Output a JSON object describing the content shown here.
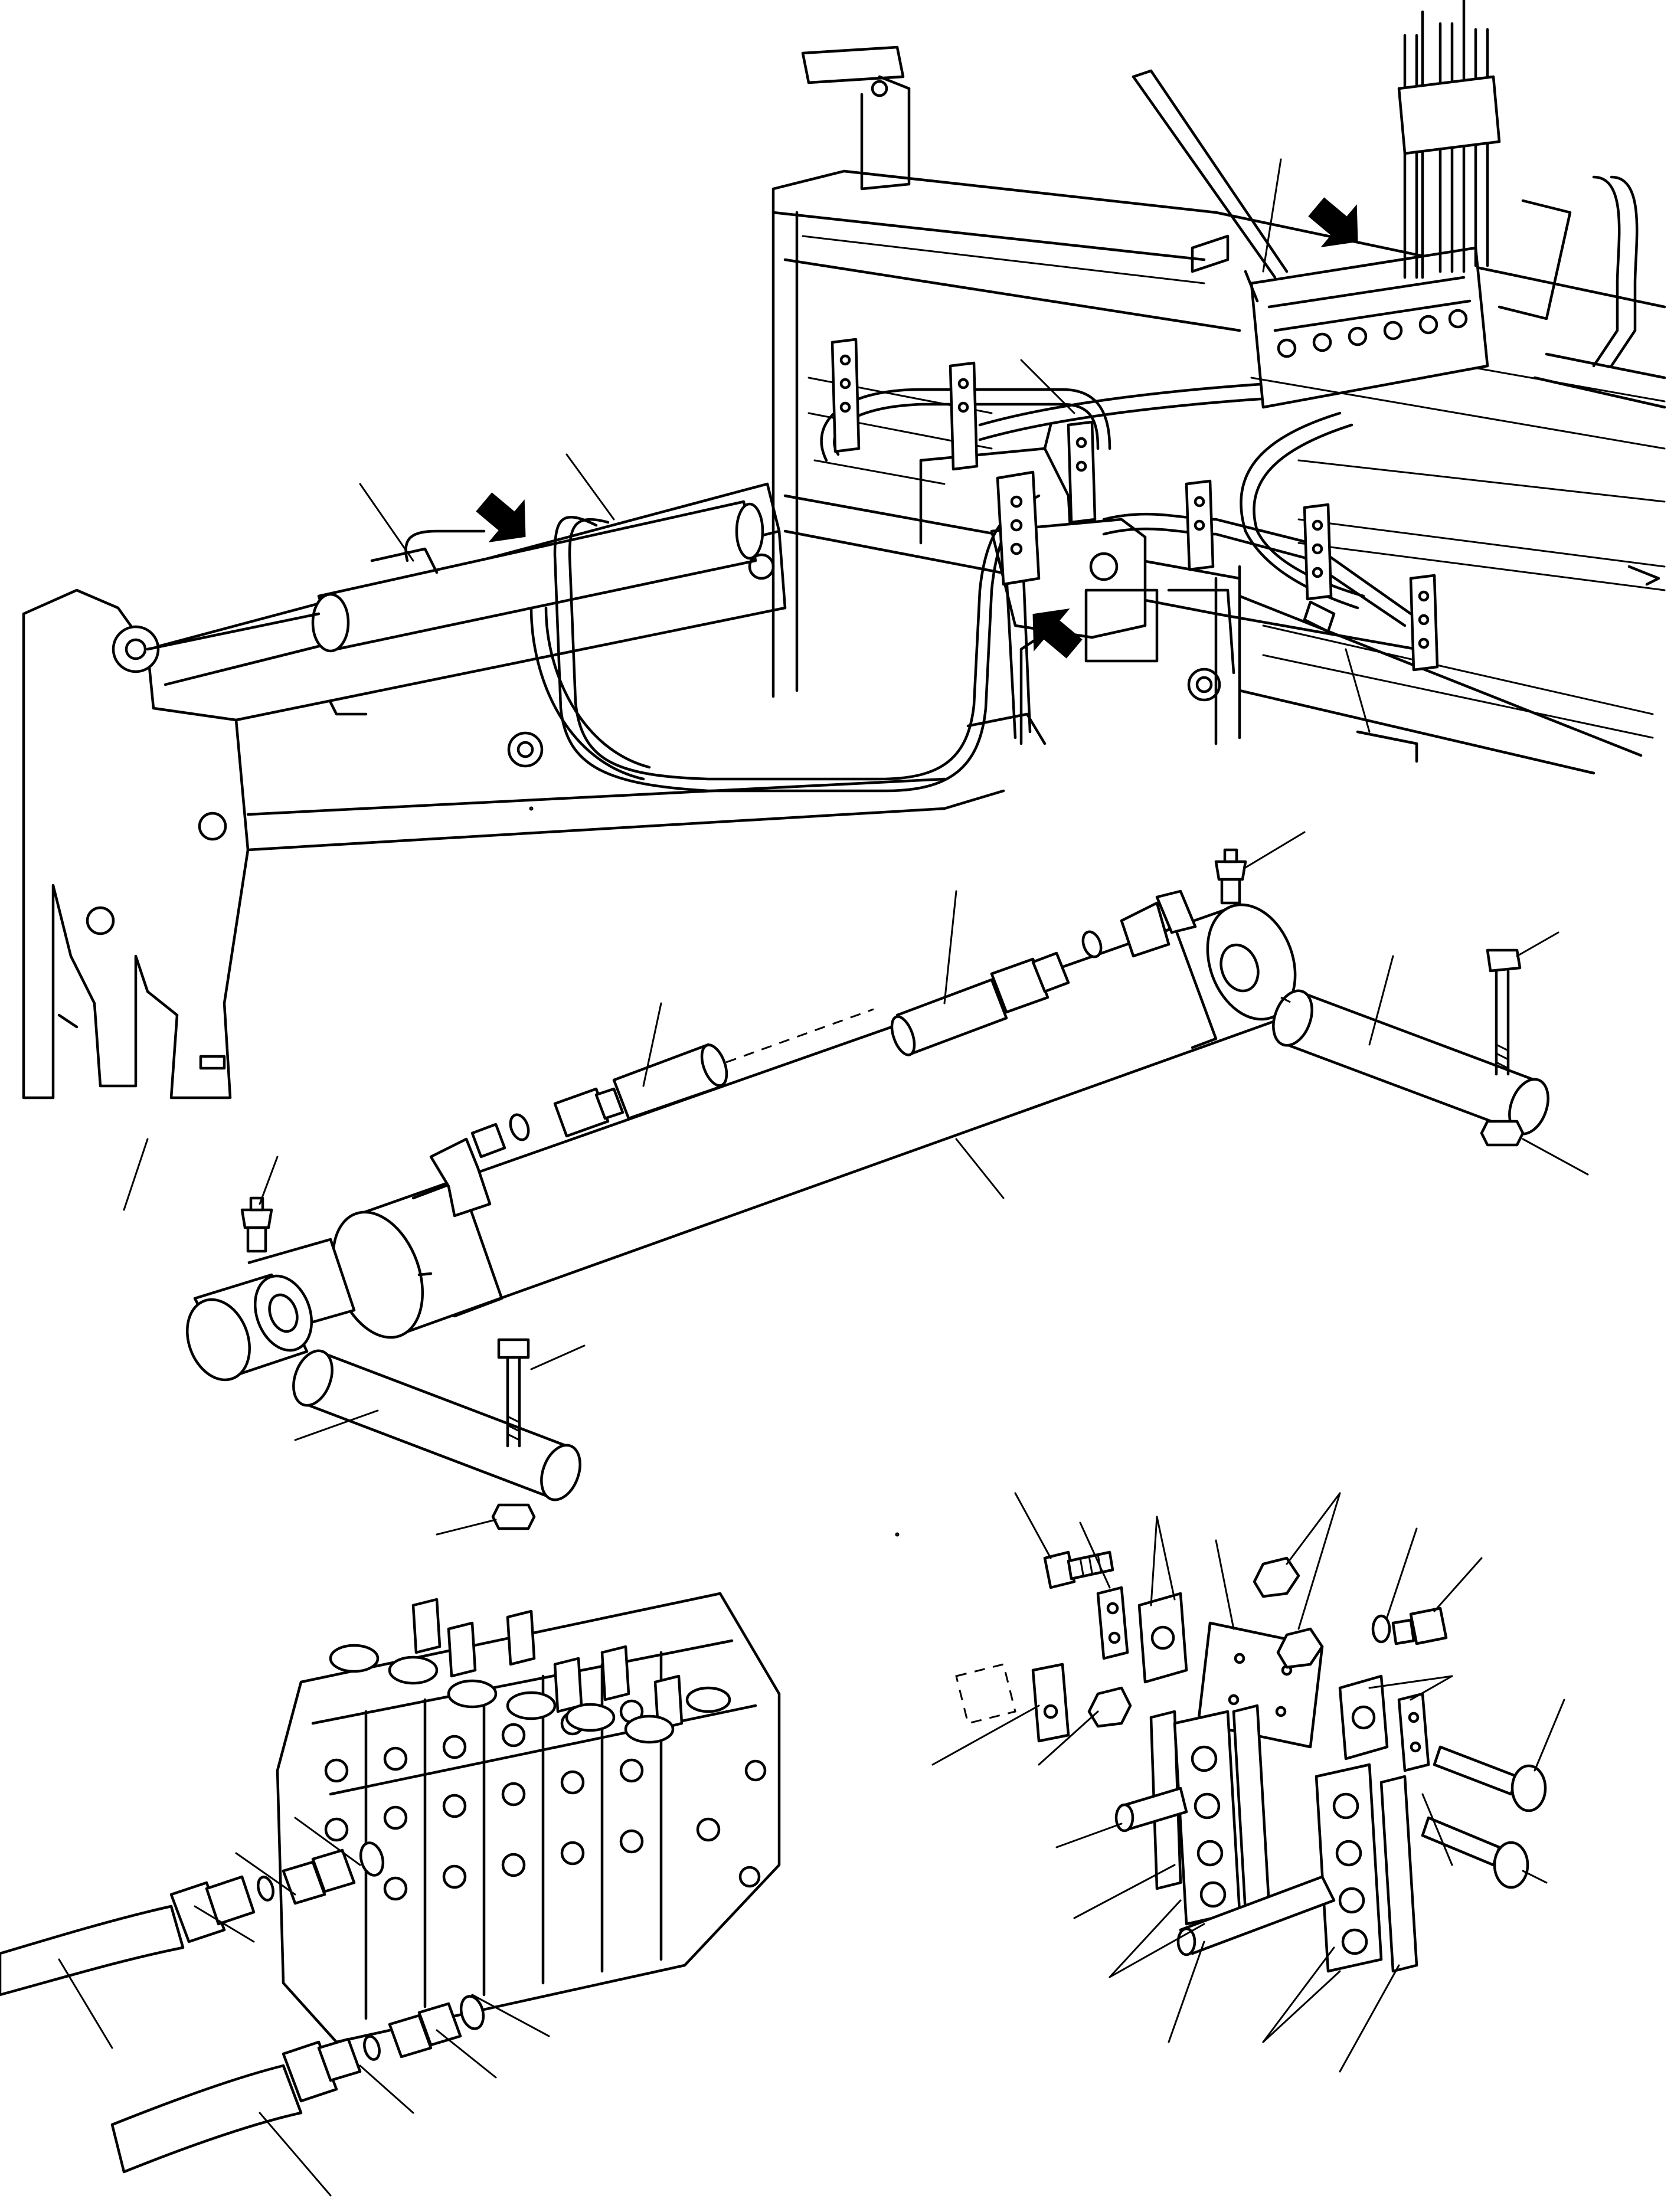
{
  "drawing": {
    "kind": "exploded parts diagram",
    "text_labels": []
  },
  "views": [
    {
      "id": "machine-overview-view",
      "parts": [
        "boom",
        "frame",
        "control-valve-bank",
        "hose-bundle",
        "hose-clamps",
        "boom-cylinder"
      ]
    },
    {
      "id": "cylinder-exploded-view",
      "parts": [
        "hydraulic-cylinder",
        "pin",
        "bolt",
        "nut",
        "grease-fitting",
        "elbow-fitting",
        "adapter",
        "o-ring",
        "hose"
      ]
    },
    {
      "id": "valve-bank-connection-view",
      "parts": [
        "control-valve-block",
        "adapter",
        "o-ring",
        "hose"
      ]
    },
    {
      "id": "hose-clamp-exploded-view",
      "parts": [
        "clamp-plate",
        "clamp-block",
        "bolt",
        "nut",
        "washer",
        "spacer",
        "tube"
      ]
    }
  ],
  "callouts": {
    "arrow_pointer_count": 3,
    "leader_line_count": 45
  },
  "colors": {
    "ink": "#000000",
    "paper": "#ffffff"
  }
}
